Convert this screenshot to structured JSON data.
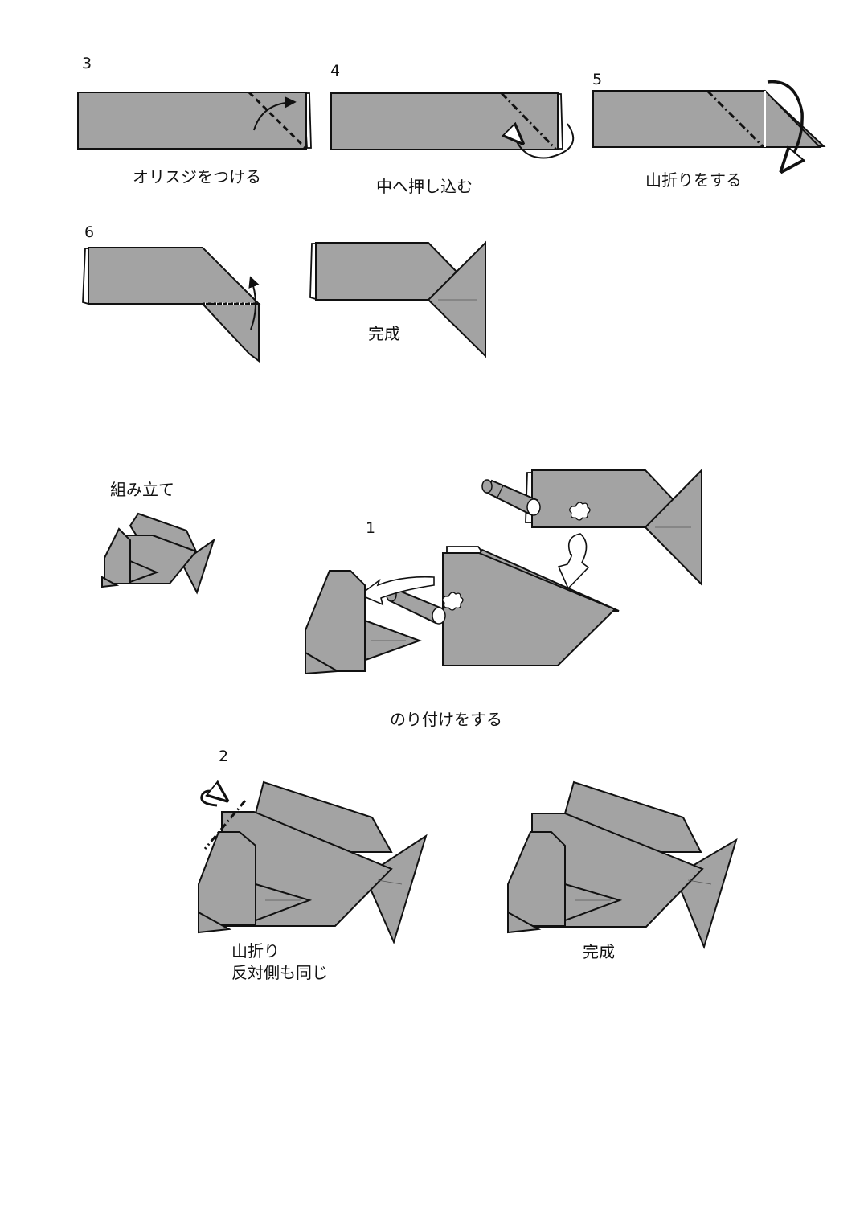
{
  "colors": {
    "paper": "#a3a3a3",
    "outline": "#111111",
    "background": "#ffffff"
  },
  "steps": {
    "s3": {
      "number": "3",
      "caption": "オリスジをつける"
    },
    "s4": {
      "number": "4",
      "caption": "中へ押し込む"
    },
    "s5": {
      "number": "5",
      "caption": "山折りをする"
    },
    "s6": {
      "number": "6"
    },
    "done_top": {
      "caption": "完成"
    }
  },
  "assembly": {
    "title": "組み立て",
    "step1": {
      "number": "1",
      "caption": "のり付けをする"
    },
    "step2": {
      "number": "2",
      "caption_line1": "山折り",
      "caption_line2": "反対側も同じ"
    },
    "done": {
      "caption": "完成"
    }
  }
}
